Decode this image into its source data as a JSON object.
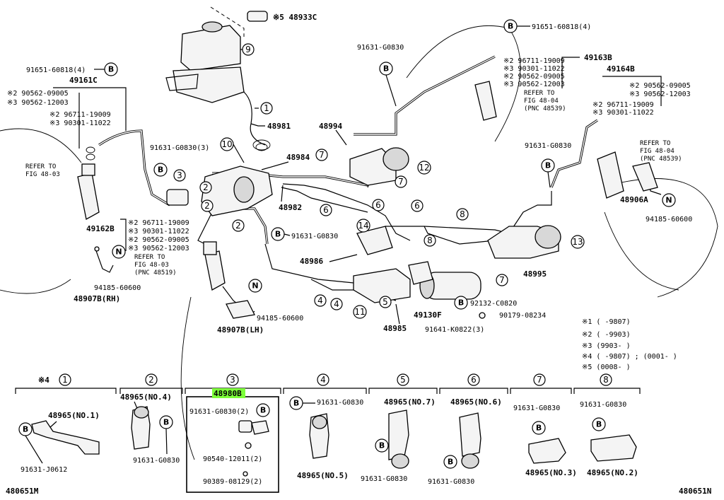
{
  "corner": {
    "left_code": "480651M",
    "right_code": "480651N"
  },
  "top": {
    "cap_label": "※5 48933C",
    "reservoir_callout": "9",
    "c1": "1",
    "p48981": "48981",
    "c10": "10",
    "p48984": "48984",
    "p48994": "48994",
    "c7a": "7",
    "c12": "12",
    "c7b": "7",
    "p48982": "48982",
    "c6a": "6",
    "c6b": "6",
    "c6c": "6",
    "c8a": "8",
    "c8b": "8",
    "c13": "13",
    "c7c": "7",
    "p48995": "48995",
    "c14": "14",
    "p48986": "48986",
    "c4a": "4",
    "c4b": "4",
    "c11": "11",
    "c5": "5",
    "p48985": "48985",
    "p49130F": "49130F",
    "c2a": "2",
    "c2b": "2",
    "c2c": "2",
    "c3": "3"
  },
  "left": {
    "p91651": "91651-60818(4)",
    "p49161C": "49161C",
    "r1a": "※2 90562-09005",
    "r1b": "※3 90562-12003",
    "r2a": "※2 96711-19009",
    "r2b": "※3 90301-11022",
    "refer1": "REFER TO",
    "refer2": "FIG 48-03",
    "p91631a": "91631-G0830(3)",
    "p49162B": "49162B",
    "s1": "※2 96711-19009",
    "s2": "※3 90301-11022",
    "s3": "※2 90562-09005",
    "s4": "※3 90562-12003",
    "refer3": "REFER TO",
    "refer4": "FIG 48-03",
    "refer5": "(PNC 48519)",
    "p94185a": "94185-60600",
    "p48907BRH": "48907B(RH)",
    "p91631b": "91631-G0830",
    "p94185b": "94185-60600",
    "p48907BLH": "48907B(LH)"
  },
  "right": {
    "p91651": "91651-60818(4)",
    "p91631c": "91631-G0830",
    "p49163B": "49163B",
    "q1": "※2 96711-19009",
    "q2": "※3 90301-11022",
    "q3": "※2 90562-09005",
    "q4": "※3 90562-12003",
    "ref1": "REFER TO",
    "ref2": "FIG 48-04",
    "ref3": "(PNC 48539)",
    "p49164B": "49164B",
    "t1": "※2 90562-09005",
    "t2": "※3 90562-12003",
    "t3": "※2 96711-19009",
    "t4": "※3 90301-11022",
    "p91631d": "91631-G0830",
    "ref4": "REFER TO",
    "ref5": "FIG 48-04",
    "ref6": "(PNC 48539)",
    "p48906A": "48906A",
    "p94185c": "94185-60600",
    "p92132": "92132-C0820",
    "p90179": "90179-08234",
    "p91641": "91641-K0822(3)"
  },
  "notes": {
    "n1": "※1 (     -9807)",
    "n2": "※2 (     -9903)",
    "n3": "※3 (9903-     )",
    "n4": "※4 (     -9807) ; (0001-      )",
    "n5": "※5 (0008-     )"
  },
  "bottom": {
    "h1_star": "※4",
    "h1": "1",
    "h2": "2",
    "h3": "3",
    "h4": "4",
    "h5": "5",
    "h6": "6",
    "h7": "7",
    "h8": "8",
    "d1_name": "48965(NO.1)",
    "d1_bolt": "91631-J0612",
    "d2_name": "48965(NO.4)",
    "d2_bolt": "91631-G0830",
    "d3_name": "48980B",
    "d3_bolt": "91631-G0830(2)",
    "d3_p2": "90540-12011(2)",
    "d3_p3": "90389-08129(2)",
    "d4_bolt": "91631-G0830",
    "d4_name": "48965(NO.5)",
    "d5_name": "48965(NO.7)",
    "d5_bolt": "91631-G0830",
    "d6_name": "48965(NO.6)",
    "d6_bolt": "91631-G0830",
    "d7_bolt": "91631-G0830",
    "d7_name": "48965(NO.3)",
    "d8_bolt": "91631-G0830",
    "d8_name": "48965(NO.2)"
  }
}
